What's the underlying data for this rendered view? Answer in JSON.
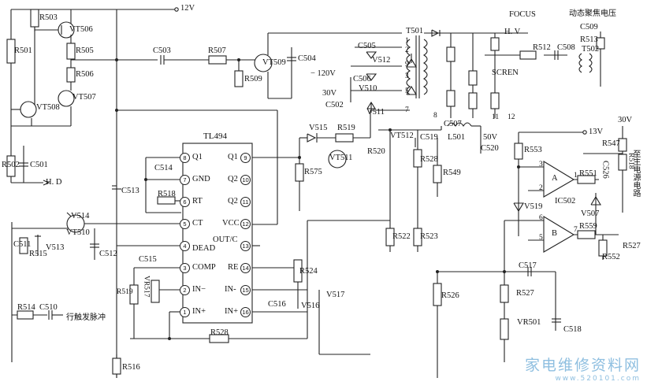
{
  "ic_main": {
    "name": "TL494",
    "op_block": "IC502",
    "op_a": "A",
    "op_b": "B"
  },
  "tl494_pins": [
    {
      "num": "8",
      "label": "Q1"
    },
    {
      "num": "7",
      "label": "GND"
    },
    {
      "num": "6",
      "label": "RT"
    },
    {
      "num": "5",
      "label": "CT"
    },
    {
      "num": "4",
      "label": "DEAD"
    },
    {
      "num": "3",
      "label": "COMP"
    },
    {
      "num": "2",
      "label": "IN−"
    },
    {
      "num": "1",
      "label": "IN+"
    },
    {
      "num": "9",
      "label": "Q1"
    },
    {
      "num": "10",
      "label": "Q2"
    },
    {
      "num": "11",
      "label": "Q2"
    },
    {
      "num": "12",
      "label": "VCC"
    },
    {
      "num": "13",
      "label": "OUT/C"
    },
    {
      "num": "14",
      "label": "RE"
    },
    {
      "num": "15",
      "label": "IN-"
    },
    {
      "num": "16",
      "label": "IN+"
    }
  ],
  "opamp_pins": [
    "3",
    "2",
    "1",
    "6",
    "5",
    "7"
  ],
  "supplies": {
    "v12": "12V",
    "v13": "13V",
    "v30a": "30V",
    "v30b": "30V",
    "v50": "50V",
    "vneg120": "− 120V"
  },
  "nets": {
    "hd": "H. D",
    "hv": "H. V",
    "focus": "FOCUS",
    "scren": "SCREN",
    "n11": "11",
    "n12": "12",
    "n8": "8"
  },
  "transformer_t501": {
    "name": "T501",
    "pins": [
      "1",
      "2",
      "9",
      "3",
      "5",
      "7"
    ]
  },
  "annotations": {
    "dynamic_focus": "动态聚焦电压",
    "main_circuit": "至主电源电路",
    "trigger_pulse": "行触发脉冲"
  },
  "transistors": [
    "VT506",
    "VT507",
    "VT508",
    "VT509",
    "VT510",
    "VT511",
    "VT512"
  ],
  "resistors": [
    "R501",
    "R502",
    "R503",
    "R505",
    "R506",
    "R507",
    "R509",
    "R512",
    "R513",
    "R514",
    "R515",
    "R516",
    "R518",
    "R519",
    "R520",
    "R522",
    "R523",
    "R524",
    "R526",
    "R527",
    "R528",
    "R528",
    "R547",
    "R549",
    "R551",
    "R552",
    "R553",
    "R559",
    "R575",
    "R518",
    "R527",
    "R519"
  ],
  "capacitors": [
    "C501",
    "C502",
    "C503",
    "C504",
    "C505",
    "C506",
    "C508",
    "C509",
    "C510",
    "C511",
    "C512",
    "C513",
    "C514",
    "C515",
    "C516",
    "C517",
    "C518",
    "C519",
    "C520",
    "C526"
  ],
  "diodes": [
    "V507",
    "V510",
    "V511",
    "V512",
    "V513",
    "V514",
    "V515",
    "V516",
    "V517",
    "V519"
  ],
  "others": [
    "T502",
    "L501",
    "VR501",
    "VR517",
    "C507"
  ],
  "watermark": {
    "title": "家电维修资料网",
    "url": "www.520101.com"
  }
}
